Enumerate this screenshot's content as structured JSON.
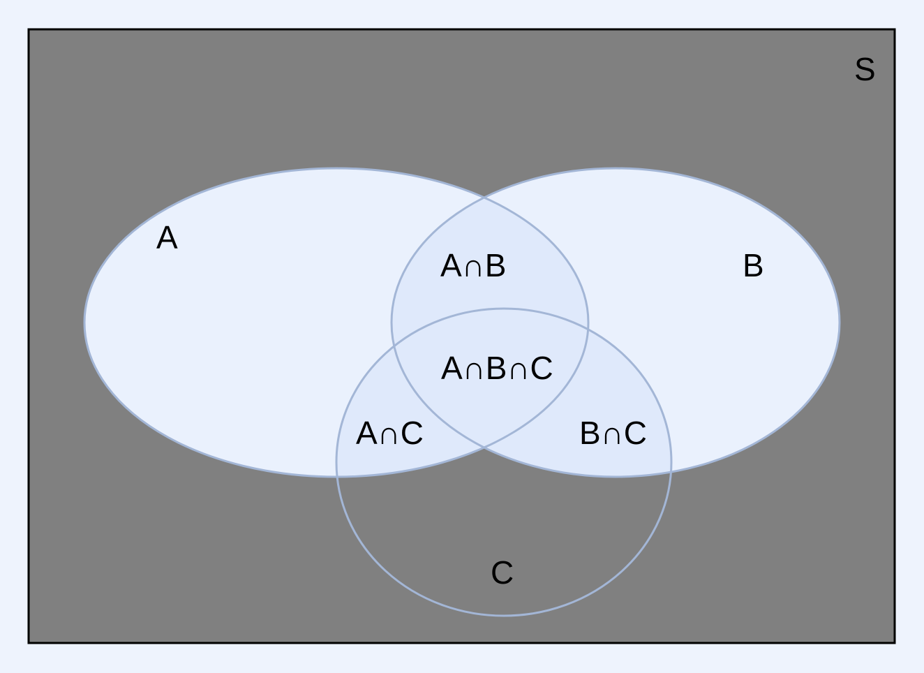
{
  "universe": {
    "label": "S",
    "fill": "#808080",
    "border": "#000000"
  },
  "sets": {
    "a": {
      "label": "A"
    },
    "b": {
      "label": "B"
    },
    "c": {
      "label": "C"
    }
  },
  "regions": {
    "a_and_b": "A∩B",
    "a_and_c": "A∩C",
    "b_and_c": "B∩C",
    "a_and_b_and_c": "A∩B∩C"
  },
  "colors": {
    "page_background": "#eef3fd",
    "shaded_fill": "#eaf1fd",
    "overlap_fill": "#dce7fa",
    "outline": "#a3b6d6"
  }
}
